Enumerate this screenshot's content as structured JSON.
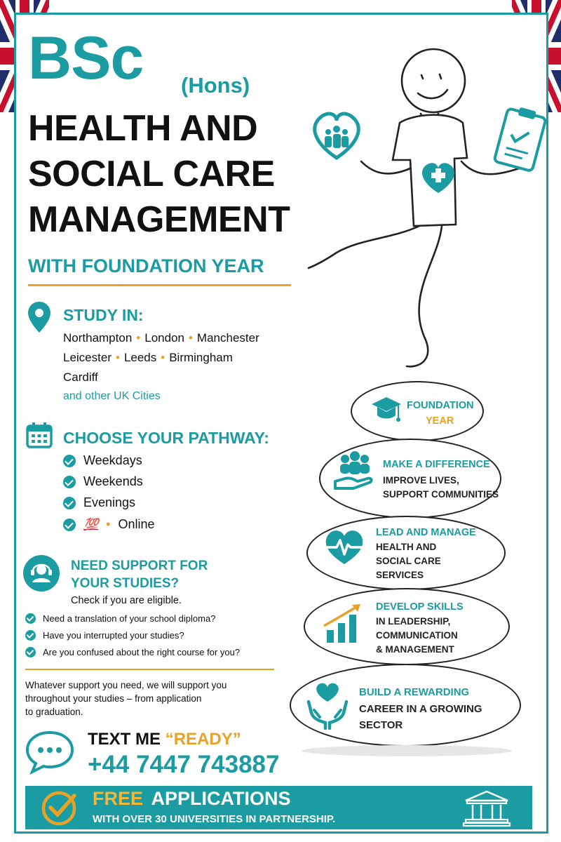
{
  "heading": {
    "bsc": "BSc",
    "hons": "(Hons)",
    "line1": "HEALTH AND",
    "line2": "SOCIAL CARE",
    "line3": "MANAGEMENT",
    "subtitle": "WITH FOUNDATION YEAR"
  },
  "study": {
    "title": "STUDY IN:",
    "row1": [
      "Northampton",
      "London",
      "Manchester"
    ],
    "row2": [
      "Leicester",
      "Leeds",
      "Birmingham"
    ],
    "row3": "Cardiff",
    "other": "and other UK Cities"
  },
  "pathway": {
    "title": "CHOOSE YOUR PATHWAY:",
    "items": [
      "Weekdays",
      "Weekends",
      "Evenings"
    ],
    "online_emoji": "💯",
    "online": "Online"
  },
  "support": {
    "title_line1": "NEED SUPPORT FOR",
    "title_line2": "YOUR STUDIES?",
    "subtitle": "Check if you are eligible.",
    "questions": [
      "Need a translation of your school diploma?",
      "Have you interrupted your studies?",
      "Are you confused about the right course for you?"
    ],
    "statement_line1": "Whatever support you need, we will support you",
    "statement_line2": "throughout your studies – from application",
    "statement_line3": "to graduation."
  },
  "contact": {
    "text_me": "TEXT ME",
    "keyword": "“READY”",
    "phone": "+44 7447 743887"
  },
  "banner": {
    "free": "FREE",
    "applications": "APPLICATIONS",
    "line2": "WITH OVER 30 UNIVERSITIES IN PARTNERSHIP."
  },
  "stones": [
    {
      "title": "FOUNDATION",
      "title2": "YEAR",
      "icon": "graduation-cap-icon"
    },
    {
      "title": "MAKE A DIFFERENCE",
      "line1": "IMPROVE LIVES,",
      "line2": "SUPPORT COMMUNITIES",
      "icon": "helping-hand-people-icon"
    },
    {
      "title": "LEAD AND MANAGE",
      "line1": "HEALTH AND",
      "line2": "SOCIAL CARE",
      "line3": "SERVICES",
      "icon": "heart-pulse-icon"
    },
    {
      "title": "DEVELOP SKILLS",
      "line1": "IN LEADERSHIP,",
      "line2": "COMMUNICATION",
      "line3": "& MANAGEMENT",
      "icon": "growth-chart-icon"
    },
    {
      "title": "BUILD A REWARDING",
      "line1": "CAREER IN A GROWING",
      "line2": "SECTOR",
      "icon": "hands-heart-icon"
    }
  ],
  "colors": {
    "teal": "#1a9ca2",
    "gold": "#e8a228",
    "flag_blue": "#1f2f6b",
    "flag_red": "#c8102e"
  }
}
